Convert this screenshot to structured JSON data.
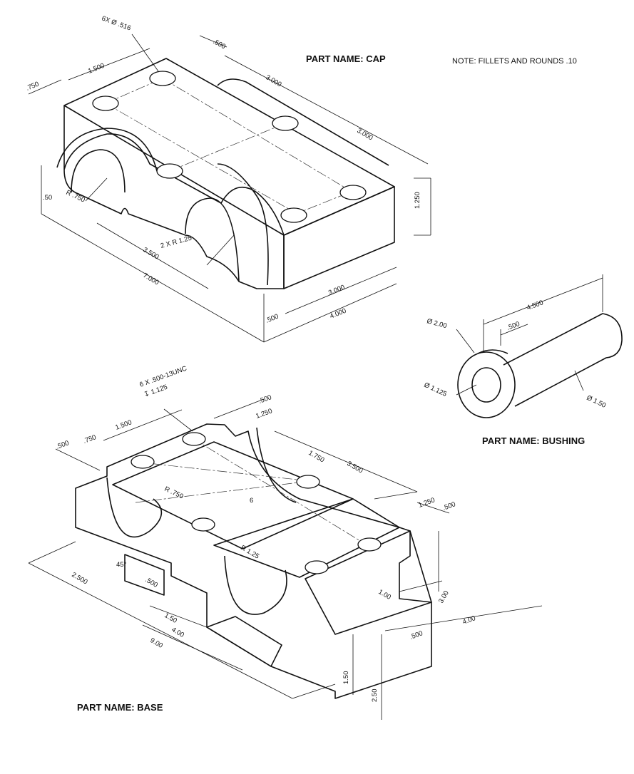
{
  "labels": {
    "cap_title": "PART NAME: CAP",
    "note": "NOTE: FILLETS AND ROUNDS .10",
    "bushing_title": "PART NAME: BUSHING",
    "base_title": "PART NAME: BASE"
  },
  "cap_dims": {
    "holes": "6X Ø .516",
    "d500": ".500",
    "d1500": "1.500",
    "d750": ".750",
    "d3000a": "3.000",
    "d3000b": "3.000",
    "d1250": "1.250",
    "d50": ".50",
    "r750": "R .750",
    "r125": "2 X R 1.25",
    "d3500": "3.500",
    "d7000": "7.000",
    "d3000c": "3.000",
    "d500b": ".500",
    "d4000": "4.000"
  },
  "bushing_dims": {
    "d4500": "4.500",
    "d500": ".500",
    "dia200": "Ø 2.00",
    "dia1125": "Ø 1.125",
    "dia150": "Ø 1.50"
  },
  "base_dims": {
    "thread1": "6 X .500-13UNC",
    "thread2": "↧ 1.125",
    "d500a": ".500",
    "d1250a": "1.250",
    "d1500": "1.500",
    "d500b": ".500",
    "d750": ".750",
    "d1750": "1.750",
    "d3500": "3.500",
    "r750": "R .750",
    "d6": "6",
    "d1250b": "1.250",
    "d500c": ".500",
    "r125": "R 1.25",
    "d45": "45°",
    "d500d": ".500",
    "d2500": "2.500",
    "d150": "1.50",
    "d400": "4.00",
    "d900": "9.00",
    "d100": "1.00",
    "d300": "3.00",
    "d500e": ".500",
    "d400b": "4.00",
    "d150b": "1.50",
    "d250": "2.50"
  }
}
